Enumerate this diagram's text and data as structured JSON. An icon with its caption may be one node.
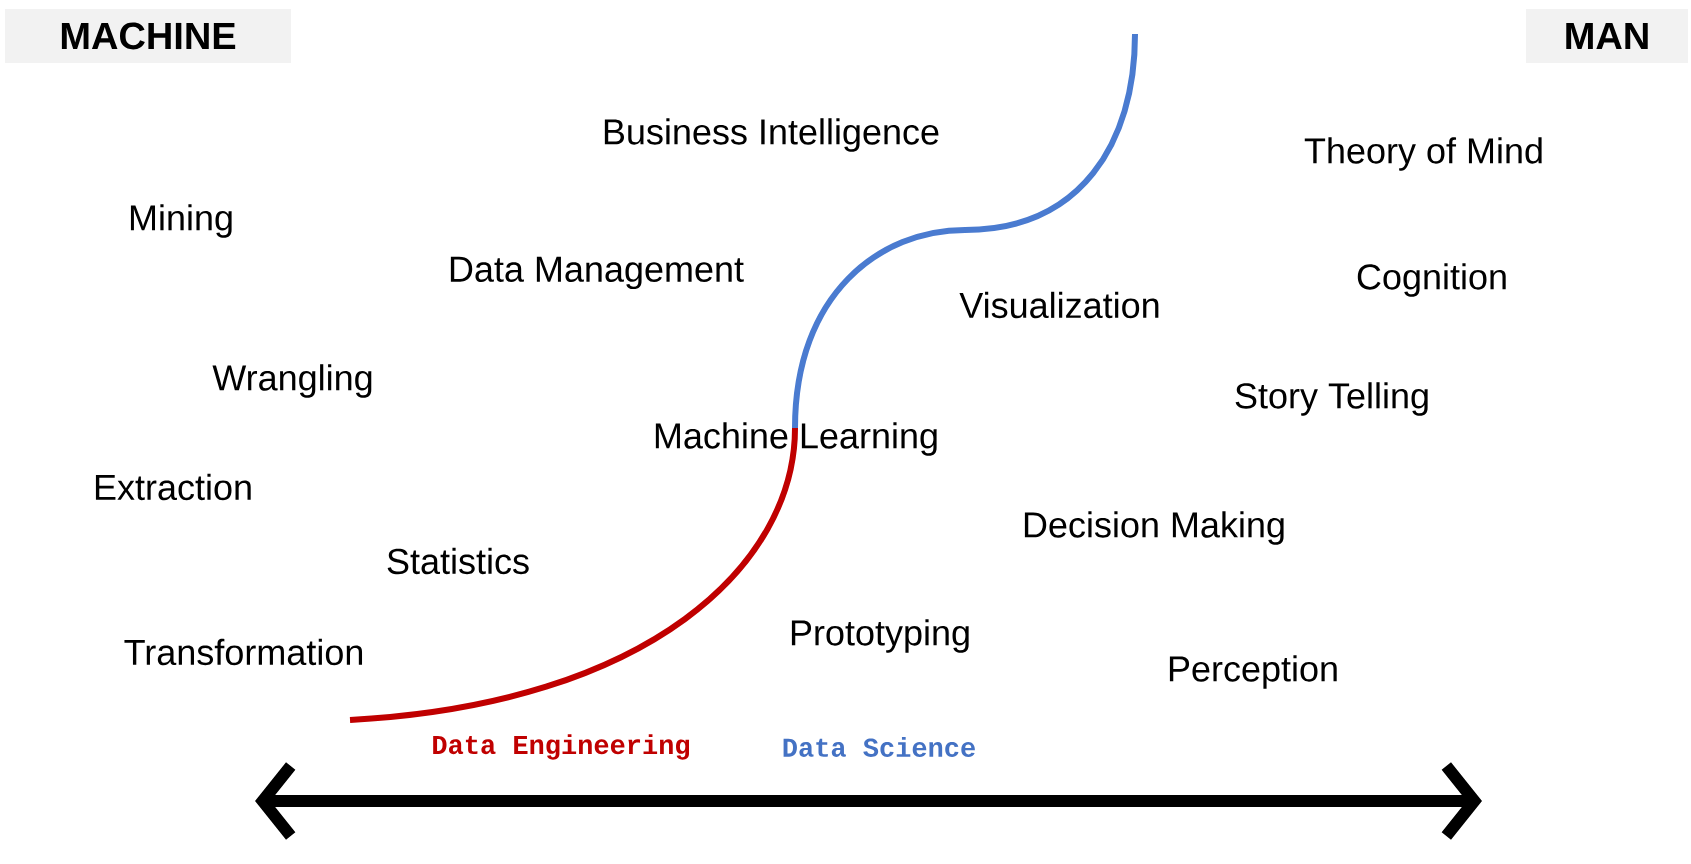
{
  "diagram": {
    "nodes": [
      {
        "text": [
          "MACHINE"
        ]
      },
      {
        "text": [
          "MAN"
        ]
      }
    ],
    "labels": [
      "Business Intelligence",
      "Theory of Mind",
      "Mining",
      "Data Management",
      "Cognition",
      "Visualization",
      "Wrangling",
      "Story Telling",
      "Machine Learning",
      "Extraction",
      "Decision Making",
      "Statistics",
      "Prototyping",
      "Transformation",
      "Perception",
      "Data Engineering",
      "Data Science"
    ]
  }
}
